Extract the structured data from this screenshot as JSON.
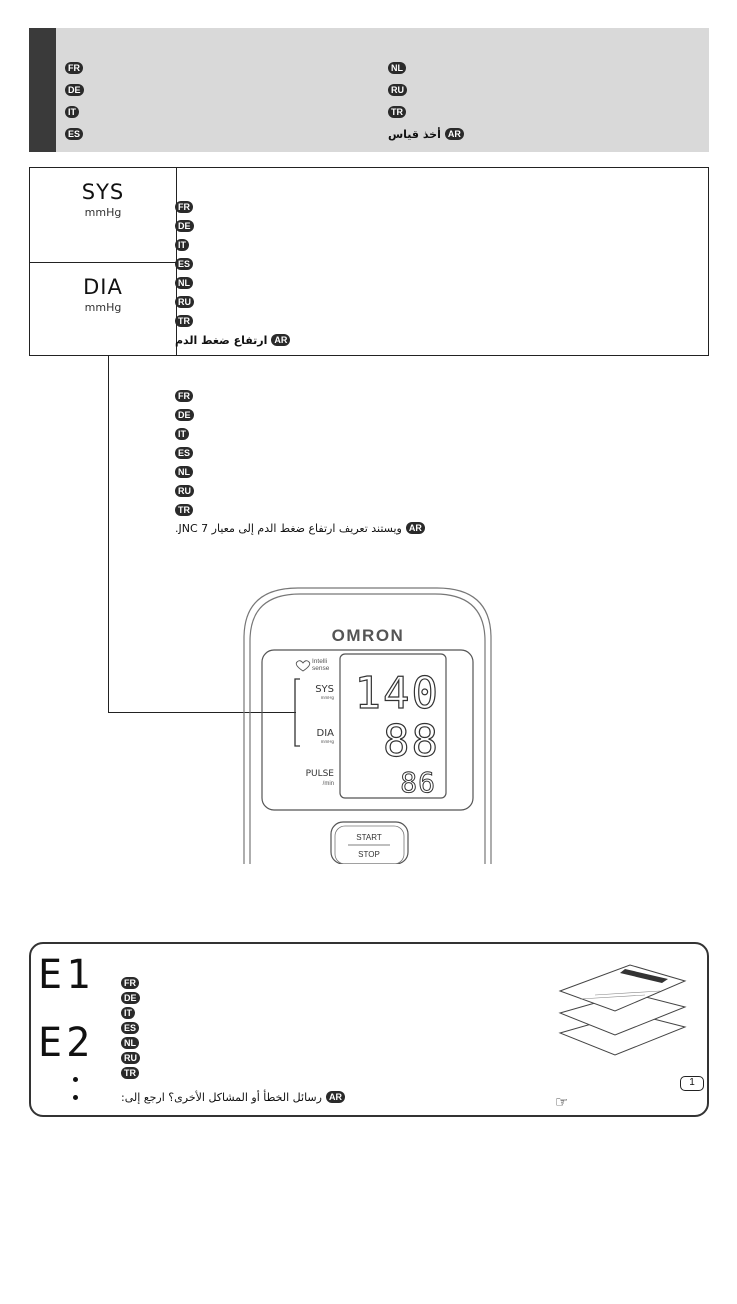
{
  "header": {
    "left_codes": [
      "FR",
      "DE",
      "IT",
      "ES"
    ],
    "right_codes": [
      "NL",
      "RU",
      "TR",
      "AR"
    ],
    "ar_text": "أخذ قياس"
  },
  "table": {
    "sys_label": "SYS",
    "sys_unit": "mmHg",
    "dia_label": "DIA",
    "dia_unit": "mmHg",
    "codes": [
      "FR",
      "DE",
      "IT",
      "ES",
      "NL",
      "RU",
      "TR",
      "AR"
    ],
    "ar_text": "ارتفاع ضغط الدم"
  },
  "note": {
    "codes": [
      "FR",
      "DE",
      "IT",
      "ES",
      "NL",
      "RU",
      "TR",
      "AR"
    ],
    "ar_text": "ويستند تعريف ارتفاع ضغط الدم إلى معيار JNC 7."
  },
  "device": {
    "brand": "OMRON",
    "intelli_line1": "Intelli",
    "intelli_line2": "sense",
    "sys_label": "SYS",
    "sys_unit": "mmHg",
    "dia_label": "DIA",
    "dia_unit": "mmHg",
    "pulse_label": "PULSE",
    "pulse_unit": "/min",
    "sys_value": "140",
    "dia_value": "88",
    "pulse_value": "86",
    "start_label": "START",
    "stop_label": "STOP"
  },
  "errors": {
    "e1": "E1",
    "e2": "E2",
    "codes": [
      "FR",
      "DE",
      "IT",
      "ES",
      "NL",
      "RU",
      "TR",
      "AR"
    ],
    "ar_text": "رسائل الخطأ أو المشاكل الأخرى؟ ارجع إلى:",
    "ref_number": "1",
    "pointer_glyph": "☞"
  }
}
